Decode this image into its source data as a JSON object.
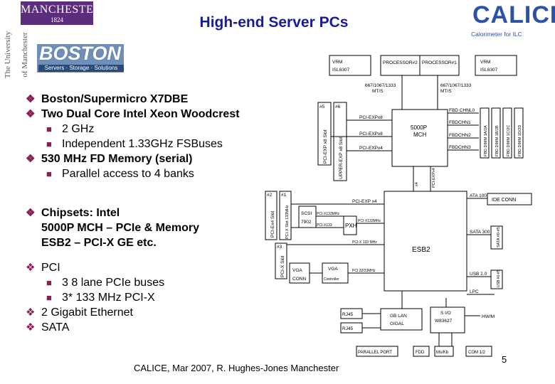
{
  "header": {
    "university_logo_text": "MANCHESTER",
    "university_logo_year": "1824",
    "university_vertical_1": "The University",
    "university_vertical_2": "of Manchester",
    "title": "High-end Server PCs",
    "calice_logo_text": "CALICE",
    "calice_logo_subtitle": "Calorimeter for ILC",
    "boston_logo_text": "BOSTON",
    "boston_logo_subtitle": "Servers · Storage · Solutions"
  },
  "bullets": {
    "b1": "Boston/Supermicro X7DBE",
    "b2": "Two Dual Core Intel Xeon Woodcrest",
    "b2_sub1": "2 GHz",
    "b2_sub2": "Independent 1.33GHz FSBuses",
    "b3": "530 MHz FD Memory (serial)",
    "b3_sub1": "Parallel access to 4 banks",
    "b4_line1": "Chipsets: Intel",
    "b4_line2": "5000P MCH – PCIe & Memory",
    "b4_line3": "ESB2 – PCI-X GE etc.",
    "b5": "PCI",
    "b5_sub1": "3 8 lane PCIe buses",
    "b5_sub2": "3* 133 MHz PCI-X",
    "b6": "2 Gigabit Ethernet",
    "b7": "SATA"
  },
  "diagram": {
    "vrm_left": "VRM",
    "vrm_left_model": "ISL6307",
    "proc2": "PROCESSOR#2",
    "proc1": "PROCESSOR#1",
    "vrm_right": "VRM",
    "vrm_right_model": "ISL6307",
    "fsb_left": "667/1067/1333",
    "fsb_left2": "MT/S",
    "fsb_right": "667/1067/1333",
    "fsb_right2": "MT/S",
    "slot6": "#6",
    "slot5": "#5",
    "pcie_x8_slot": "PCI-EXP x8 Slot",
    "uio_slot": "UPPER-EXP x8 Slot",
    "mch_line1": "5000P",
    "mch_line2": "MCH",
    "pci_exp_x8_a": "PCI-EXPx8",
    "pci_exp_x8_b": "PCI-EXPx8",
    "pci_exp_x4": "PCI-EXPx4",
    "fbd_ch0": "FBD CHNL0",
    "fbd_ch1": "FBDCHN1",
    "fbd_ch2": "FBDCHN2",
    "fbd_ch3": "FBDCHN3",
    "fbd_dimm_a": "FBD DIMM 1A/2A",
    "fbd_dimm_b": "FBD DIMM 1B/2B",
    "fbd_dimm_c": "FBD DIMM 1C/2C",
    "fbd_dimm_d": "FBD DIMM 1D/2D",
    "x4_label": "x4",
    "pcie_x4_link": "PCI-EXPx4",
    "slot2": "#2",
    "slot1": "#1",
    "slot3": "#3",
    "slot_pcie4": "PCI-Ex4 Slot",
    "slot_pcix133": "PCI-X Slot 133MHz",
    "slot_pcix_b": "PCI-X Slot",
    "scsi": "SCSI",
    "scsi_chip": "7902",
    "pxh": "PXH",
    "esb2": "ESB2",
    "pci_exp_x4_esb": "PCI-EXP x4",
    "pcix133_a": "PCI-X133MHz",
    "pcix133_b": "PCI-X133",
    "pcix133_c": "PCI-X133MHz",
    "pcix_esb": "PCI-X 133 MHz",
    "ata": "ATA 100",
    "ide_conn": "IDE CONN",
    "sata": "SATA 300",
    "sata_conn": "SATA #0-#5",
    "vga": "VGA",
    "vga_conn": "VGA",
    "vga_conn2": "CONN",
    "vga_ctrl": "Controller",
    "pci_32": "PCI 32/33MHz",
    "usb": "USB 2.0",
    "usb_ports": "USB #0-#5",
    "lpc": "LPC",
    "gb_lan": "GB LAN",
    "gb_lan2": "GIGAL",
    "rj45_a": "RJ45",
    "rj45_b": "RJ45",
    "sio": "S I/O",
    "sio_chip": "W83627",
    "hwm": "HW/M",
    "parallel": "PARALLEL PORT",
    "fdd": "FDD",
    "ms_kb": "Ms/Kb",
    "com": "COM 1/2"
  },
  "footer": {
    "text": "CALICE, Mar 2007,  R. Hughes-Jones  Manchester",
    "page": "5"
  }
}
